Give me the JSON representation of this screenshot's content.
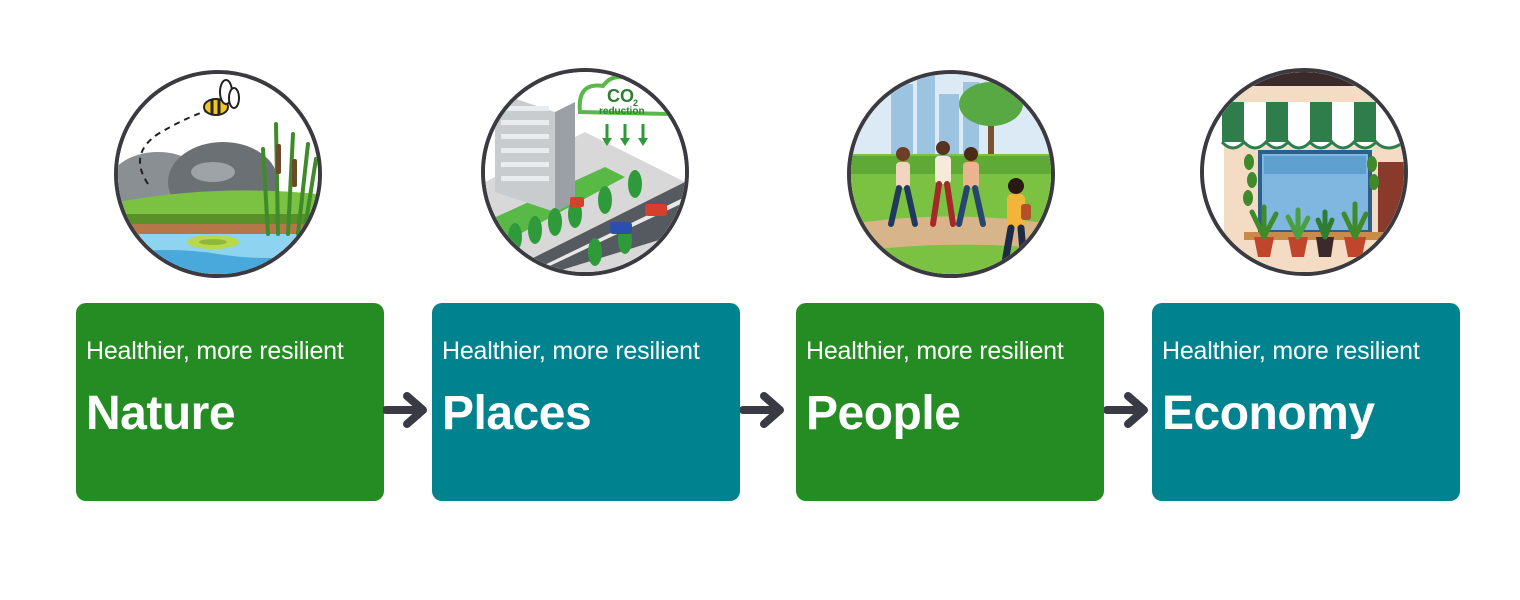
{
  "colors": {
    "green": "#258c23",
    "teal": "#00838f",
    "arrow": "#3a3a44",
    "ring": "#3a3a40"
  },
  "illustrations": [
    {
      "name": "nature-illustration",
      "icon": "pond-with-bee-icon"
    },
    {
      "name": "places-illustration",
      "icon": "green-city-icon",
      "text_main": "CO",
      "text_sub": "2",
      "text_reduction": "reduction"
    },
    {
      "name": "people-illustration",
      "icon": "people-walking-in-park-icon"
    },
    {
      "name": "economy-illustration",
      "icon": "shopfront-with-plants-icon"
    }
  ],
  "cards": [
    {
      "subtitle": "Healthier, more resilient",
      "title": "Nature",
      "color": "#258c23"
    },
    {
      "subtitle": "Healthier, more resilient",
      "title": "Places",
      "color": "#00838f"
    },
    {
      "subtitle": "Healthier, more resilient",
      "title": "People",
      "color": "#258c23"
    },
    {
      "subtitle": "Healthier, more resilient",
      "title": "Economy",
      "color": "#00838f"
    }
  ],
  "arrows": [
    {
      "icon": "arrow-right-icon"
    },
    {
      "icon": "arrow-right-icon"
    },
    {
      "icon": "arrow-right-icon"
    }
  ]
}
